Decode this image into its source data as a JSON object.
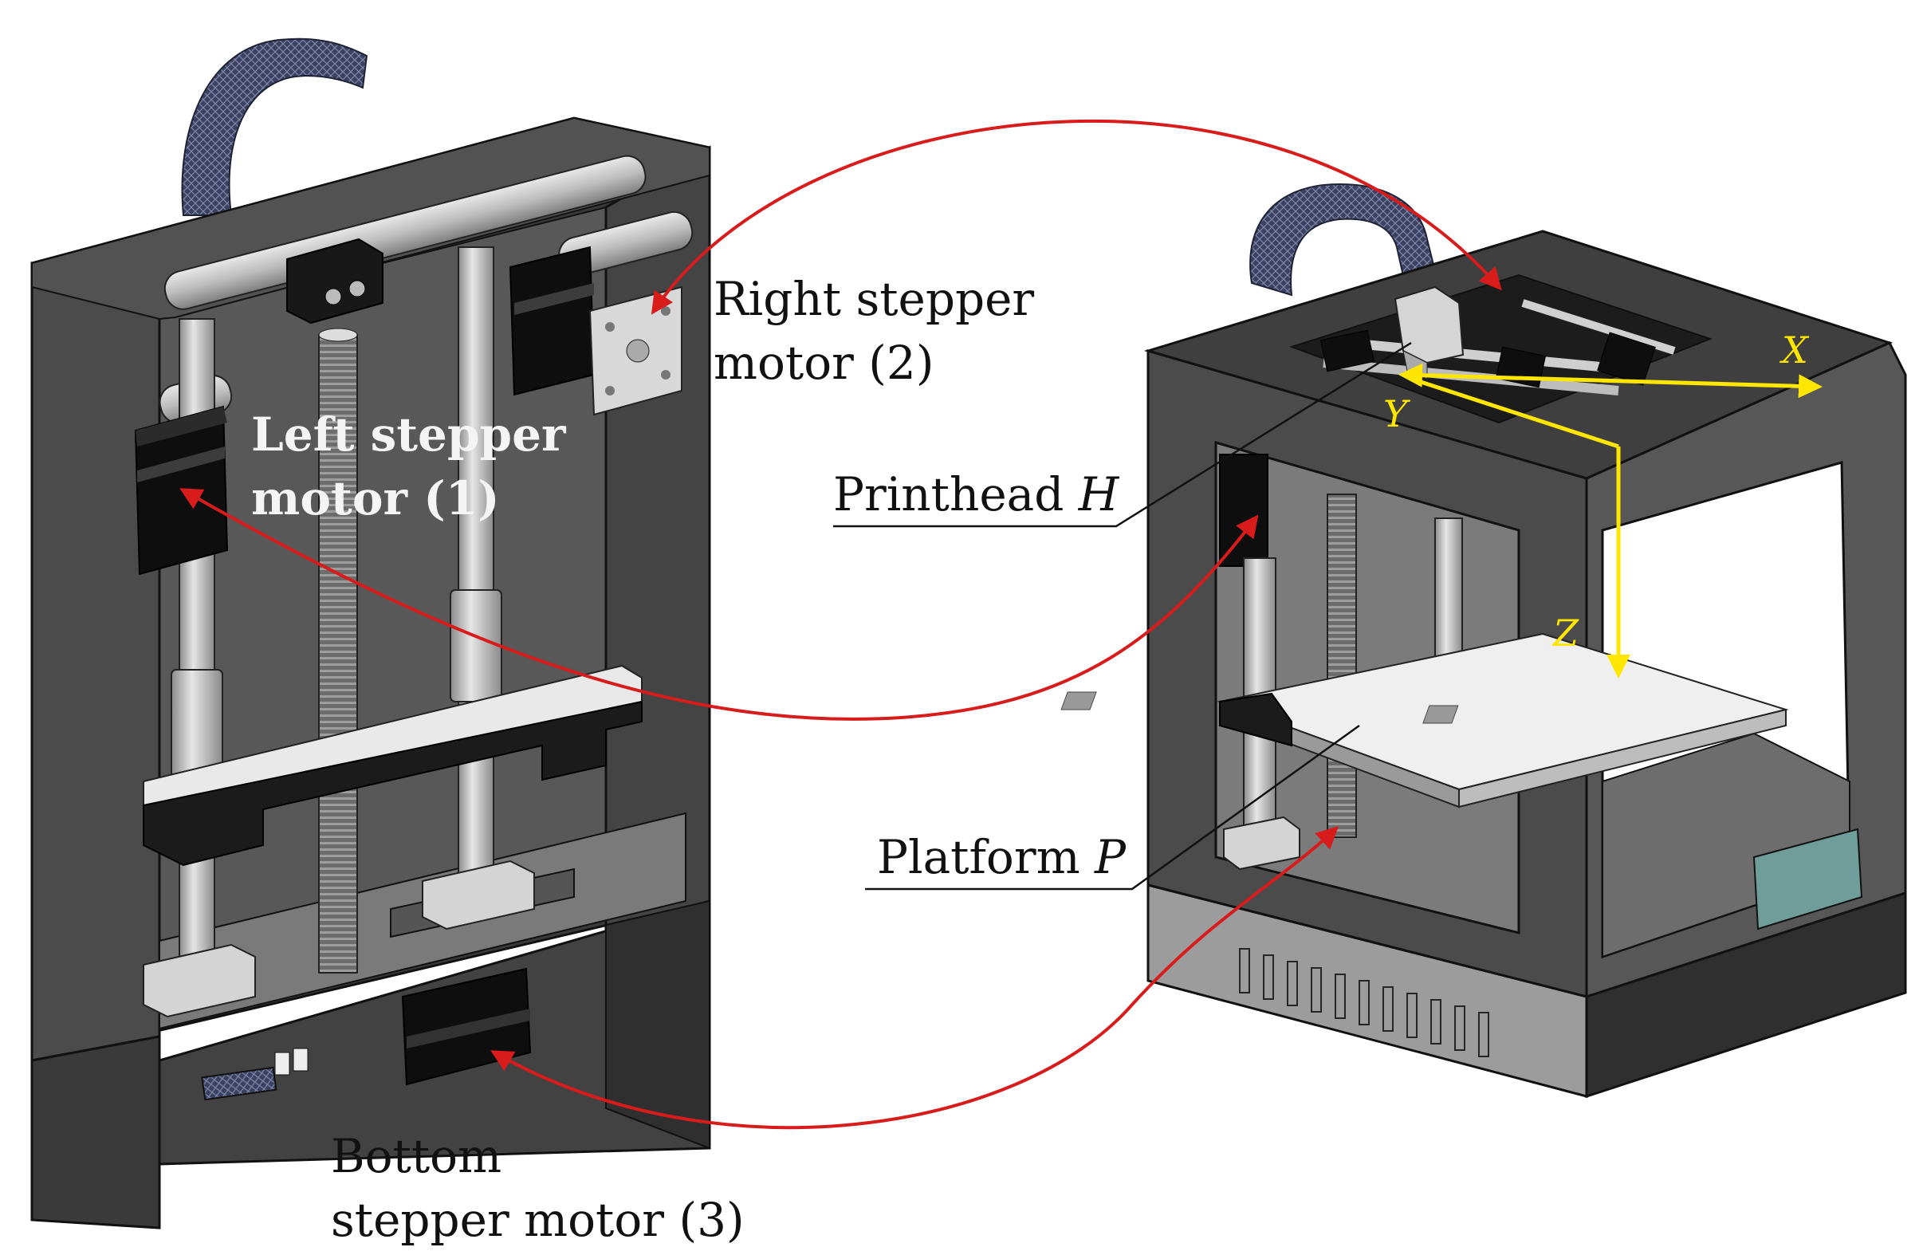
{
  "labels": {
    "left_motor_line1": "Left stepper",
    "left_motor_line2": "motor (1)",
    "right_motor_line1": "Right stepper",
    "right_motor_line2": "motor (2)",
    "printhead_text": "Printhead ",
    "printhead_symbol": "H",
    "platform_text": "Platform ",
    "platform_symbol": "P",
    "bottom_motor_line1": "Bottom",
    "bottom_motor_line2": "stepper motor (3)"
  },
  "axes": {
    "x": "X",
    "y": "Y",
    "z": "Z"
  },
  "colors": {
    "arrow": "#d81b1b",
    "axis": "#ffe600",
    "frame": "#4a4a4a",
    "frame_dark": "#2e2e2e",
    "frame_light": "#6a6a6a",
    "rod": "#c8c8c8",
    "motor": "#111111",
    "bed": "#eeeeee",
    "display": "#6f9d9a",
    "strap": "#3b4160"
  }
}
